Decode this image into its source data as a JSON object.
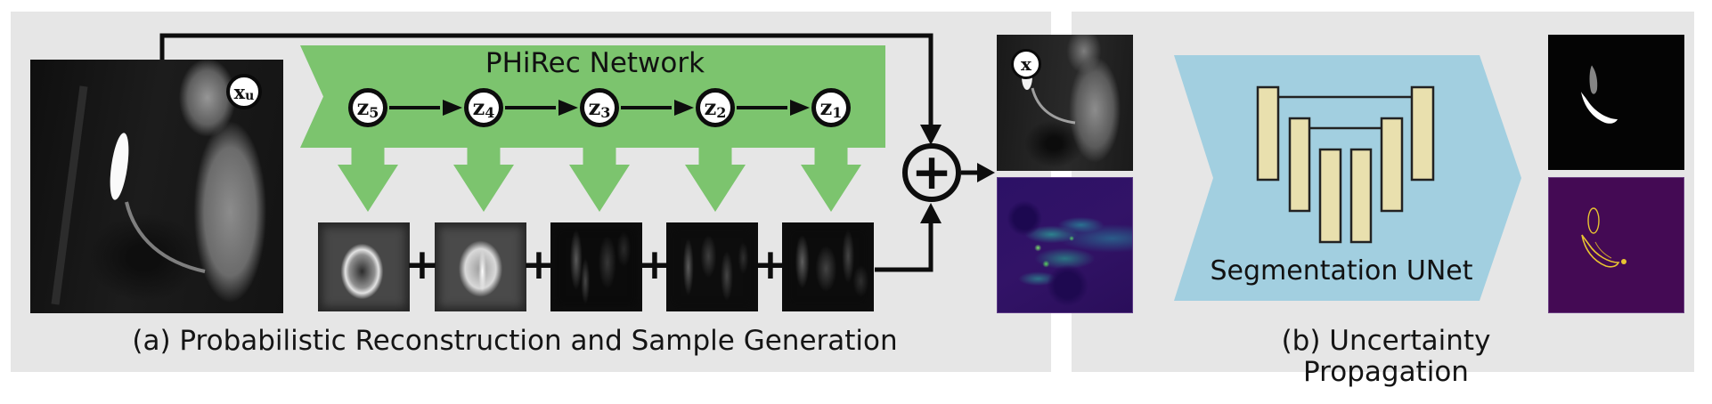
{
  "theme": {
    "panel_gray": "#e6e6e6",
    "accent_green": "#7cc46e",
    "accent_blue": "#a2cfe0",
    "unet_block_tan": "#e9e0ae",
    "viridis_purple": "#440a54",
    "line_black": "#111111"
  },
  "panel_a": {
    "caption": "(a) Probabilistic Reconstruction and Sample Generation",
    "banner_title": "PHiRec Network",
    "input_label": {
      "base": "x",
      "sub": "u"
    },
    "recon_label": {
      "base": "x"
    },
    "plus": "+",
    "sum_symbol": "+",
    "latents": [
      {
        "base": "z",
        "sub": "5"
      },
      {
        "base": "z",
        "sub": "4"
      },
      {
        "base": "z",
        "sub": "3"
      },
      {
        "base": "z",
        "sub": "2"
      },
      {
        "base": "z",
        "sub": "1"
      }
    ]
  },
  "panel_b": {
    "caption": "(b) Uncertainty Propagation",
    "unet_label": "Segmentation UNet"
  }
}
